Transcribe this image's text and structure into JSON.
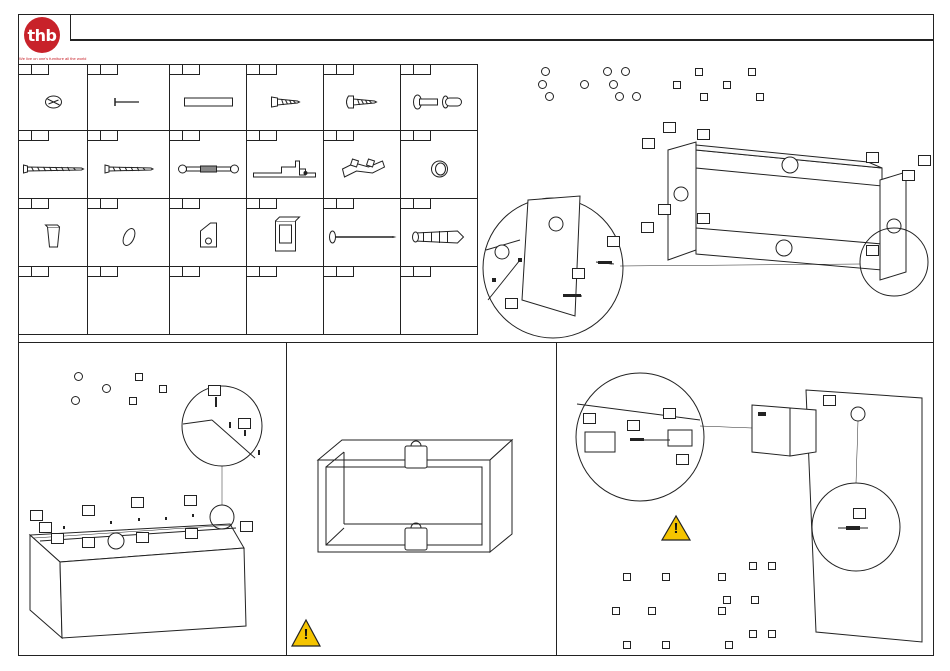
{
  "brand": {
    "name": "thb",
    "tagline": "We live on one's furniture all the world",
    "color": "#c8222a"
  },
  "warning": {
    "symbol": "!",
    "color": "#f5c400"
  },
  "hardware_grid": {
    "rows": 4,
    "cols": 6,
    "parts": [
      "cam-lock-icon",
      "nail-icon",
      "wooden-dowel-icon",
      "short-screw-icon",
      "pan-head-screw-icon",
      "connecting-bolt-icon",
      "long-screw-icon",
      "medium-screw-icon",
      "hinge-rod-icon",
      "hinge-plate-icon",
      "bracket-set-icon",
      "cap-icon",
      "plastic-foot-icon",
      "felt-pad-icon",
      "wall-bracket-icon",
      "hanging-hook-icon",
      "long-nail-icon",
      "wall-plug-icon",
      "",
      "",
      "",
      "",
      "",
      ""
    ]
  }
}
